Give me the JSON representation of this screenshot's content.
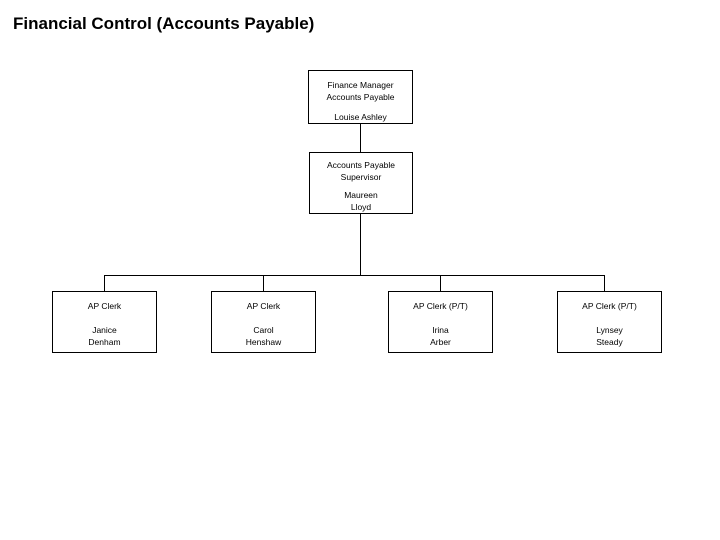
{
  "page": {
    "title": "Financial Control (Accounts Payable)",
    "background_color": "#ffffff",
    "line_color": "#000000",
    "text_color": "#000000"
  },
  "chart_data": {
    "type": "org-chart",
    "title": "Financial Control (Accounts Payable)",
    "nodes": [
      {
        "id": "finance-manager",
        "role": "Finance Manager\nAccounts Payable",
        "person": "Louise Ashley",
        "level": 0
      },
      {
        "id": "ap-supervisor",
        "role": "Accounts Payable\nSupervisor",
        "person": "Maureen\nLloyd",
        "level": 1
      },
      {
        "id": "ap-clerk-1",
        "role": "AP Clerk",
        "person": "Janice\nDenham",
        "level": 2
      },
      {
        "id": "ap-clerk-2",
        "role": "AP Clerk",
        "person": "Carol\nHenshaw",
        "level": 2
      },
      {
        "id": "ap-clerk-3",
        "role": "AP Clerk (P/T)",
        "person": "Irina\nArber",
        "level": 2
      },
      {
        "id": "ap-clerk-4",
        "role": "AP Clerk (P/T)",
        "person": "Lynsey\nSteady",
        "level": 2
      }
    ],
    "edges": [
      {
        "from": "finance-manager",
        "to": "ap-supervisor"
      },
      {
        "from": "ap-supervisor",
        "to": "ap-clerk-1"
      },
      {
        "from": "ap-supervisor",
        "to": "ap-clerk-2"
      },
      {
        "from": "ap-supervisor",
        "to": "ap-clerk-3"
      },
      {
        "from": "ap-supervisor",
        "to": "ap-clerk-4"
      }
    ]
  }
}
